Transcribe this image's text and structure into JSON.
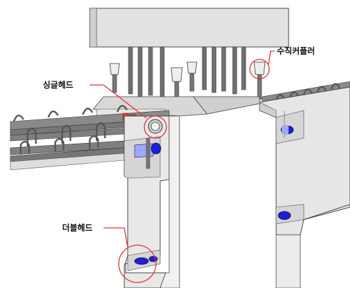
{
  "labels": {
    "vertical_coupler": "수직커플러",
    "single_head": "싱글헤드",
    "double_head": "더블헤드"
  },
  "colors": {
    "callout_red": "#e03030",
    "blue_head": "#1f1fd6",
    "concrete_light": "#e4e4e4",
    "concrete_mid": "#cfcfcf",
    "rebar": "#6e6e6e"
  }
}
